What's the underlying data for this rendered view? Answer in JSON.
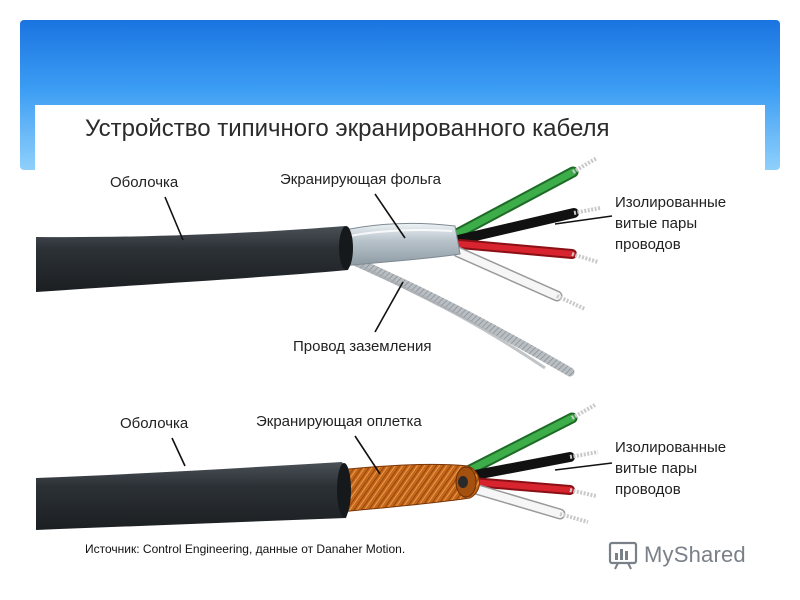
{
  "title": "Устройство типичного экранированного кабеля",
  "top_cable": {
    "sheath": "Оболочка",
    "shield": "Экранирующая фольга",
    "pairs": [
      "Изолированные",
      "витые пары",
      "проводов"
    ],
    "drain": "Провод заземления"
  },
  "bottom_cable": {
    "sheath": "Оболочка",
    "shield": "Экранирующая оплетка",
    "pairs": [
      "Изолированные",
      "витые пары",
      "проводов"
    ]
  },
  "source": "Источник: Control Engineering, данные от Danaher Motion.",
  "watermark": "MyShared",
  "colors": {
    "header_top": "#1a74e0",
    "jacket": "#2c3136",
    "foil": "#c9d2d8",
    "braid": "#c86a1c",
    "wire_green": "#2f9a3c",
    "wire_red": "#d3202a",
    "wire_black": "#1c1c1c",
    "wire_white": "#f4f4f4"
  },
  "icons": [
    "chart-logo-icon"
  ]
}
